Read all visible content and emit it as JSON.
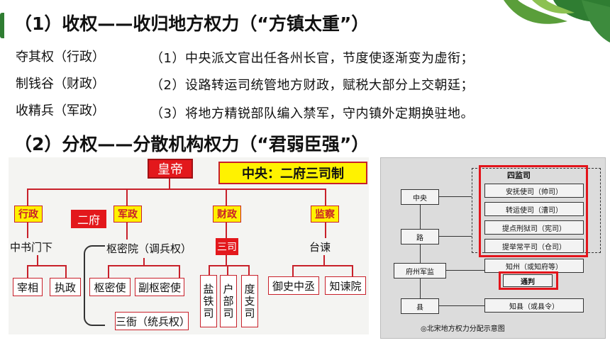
{
  "heading1": "（1）收权——收归地方权力（“方镇太重”）",
  "rows": [
    {
      "label": "夺其权（行政）",
      "text": "（1）中央派文官出任各州长官，节度使逐渐变为虚衔；"
    },
    {
      "label": "制钱谷（财政）",
      "text": "（2）设路转运司统管地方财政，赋税大部分上交朝廷；"
    },
    {
      "label": "收精兵（军政）",
      "text": "（3）将地方精锐部队编入禁军，守内镇外定期换驻地。"
    }
  ],
  "heading2": "（2）分权——分散机构权力（“君弱臣强”）",
  "left_chart": {
    "emperor": "皇帝",
    "badge": "中央：二府三司制",
    "xingzheng": "行政",
    "erfu": "二府",
    "junzheng": "军政",
    "caizheng": "财政",
    "jiancha": "监察",
    "zhongshu": "中书门下",
    "shumiyuan": "枢密院（调兵权）",
    "sansi": "三司",
    "taijian": "台谏",
    "zaixiang": "宰相",
    "zhizheng": "执政",
    "shumishi": "枢密使",
    "fushumishi": "副枢密使",
    "yantiesi": "盐铁司",
    "hubusi": "户部司",
    "duzhisi": "度支司",
    "yushi": "御史中丞",
    "zhijian": "知谏院",
    "sanya": "三衙（统兵权）"
  },
  "right_chart": {
    "sijiansi": "四监司",
    "anfu": "安抚使司（帅司）",
    "zhuanyun": "转运使司（漕司）",
    "tidian": "提点刑狱司（宪司）",
    "tiju": "提举常平司（仓司）",
    "zhongyang": "中央",
    "lu": "路",
    "fuzhou": "府州军监",
    "zhizhou": "知州（或知府等）",
    "tongpan": "通判",
    "xian": "县",
    "zhixian": "知县（或县令）",
    "caption": "◎北宋地方权力分配示意图"
  }
}
